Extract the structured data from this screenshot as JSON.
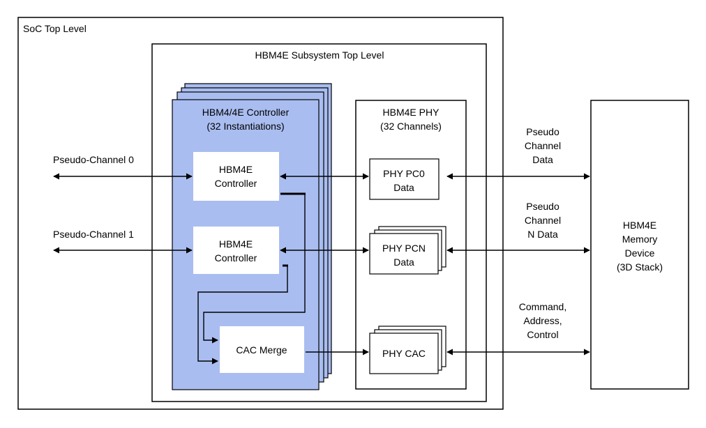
{
  "labels": {
    "soc_top": "SoC Top Level",
    "subsystem_top": "HBM4E Subsystem Top Level",
    "controller_stack": [
      "HBM4/4E Controller",
      "(32 Instantiations)"
    ],
    "controller_0": [
      "HBM4E",
      "Controller"
    ],
    "controller_1": [
      "HBM4E",
      "Controller"
    ],
    "cac_merge": "CAC Merge",
    "phy_block": [
      "HBM4E PHY",
      "(32 Channels)"
    ],
    "phy_pc0": [
      "PHY PC0",
      "Data"
    ],
    "phy_pcn": [
      "PHY PCN",
      "Data"
    ],
    "phy_cac": "PHY CAC",
    "pseudo_channel_0": "Pseudo-Channel 0",
    "pseudo_channel_1": "Pseudo-Channel 1",
    "pc_data": [
      "Pseudo",
      "Channel",
      "Data"
    ],
    "pcn_data": [
      "Pseudo",
      "Channel",
      "N Data"
    ],
    "cmd_addr_ctrl": [
      "Command,",
      "Address,",
      "Control"
    ],
    "memory_device": [
      "HBM4E",
      "Memory",
      "Device",
      "(3D Stack)"
    ]
  },
  "colors": {
    "controller_fill": "#a9bdf0",
    "line": "#000000",
    "background": "#ffffff"
  }
}
